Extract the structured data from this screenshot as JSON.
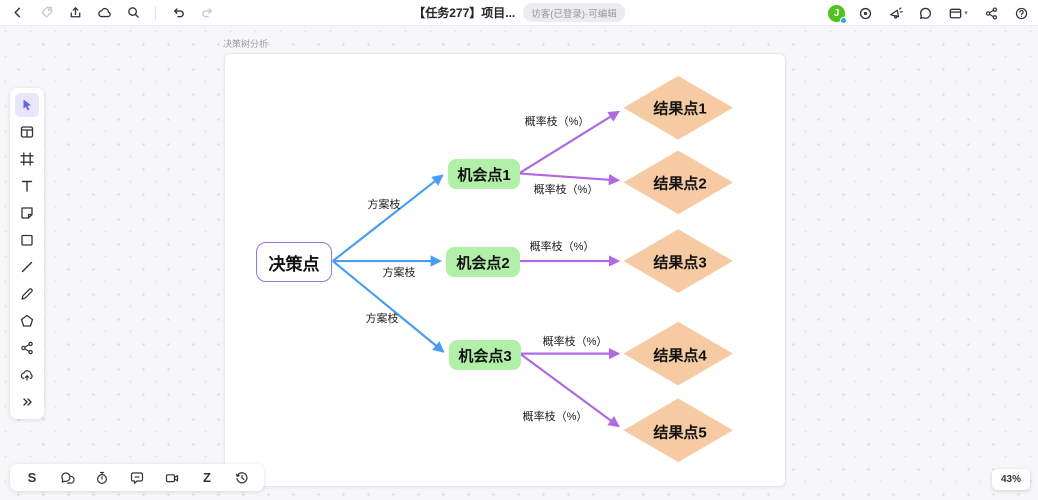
{
  "topbar": {
    "title": "【任务277】项目...",
    "access_badge": "访客(已登录)·可编辑",
    "avatar_letter": "J"
  },
  "board": {
    "frame_label": "决策树分析",
    "zoom_level": "43%"
  },
  "icons": {
    "s_glyph": "S",
    "z_glyph": "Z",
    "board_caret": "▾"
  },
  "diagram": {
    "decision": {
      "label": "决策点"
    },
    "chances": [
      {
        "label": "机会点1"
      },
      {
        "label": "机会点2"
      },
      {
        "label": "机会点3"
      }
    ],
    "results": [
      {
        "label": "结果点1"
      },
      {
        "label": "结果点2"
      },
      {
        "label": "结果点3"
      },
      {
        "label": "结果点4"
      },
      {
        "label": "结果点5"
      }
    ],
    "plan_branch_label": "方案枝",
    "prob_branch_label": "概率枝（%）",
    "colors": {
      "plan_edge": "#4a9ef2",
      "prob_edge": "#b168e3",
      "chance_fill": "#b2efa9",
      "result_fill": "#f6cba3",
      "decision_border": "#9478dd"
    }
  }
}
